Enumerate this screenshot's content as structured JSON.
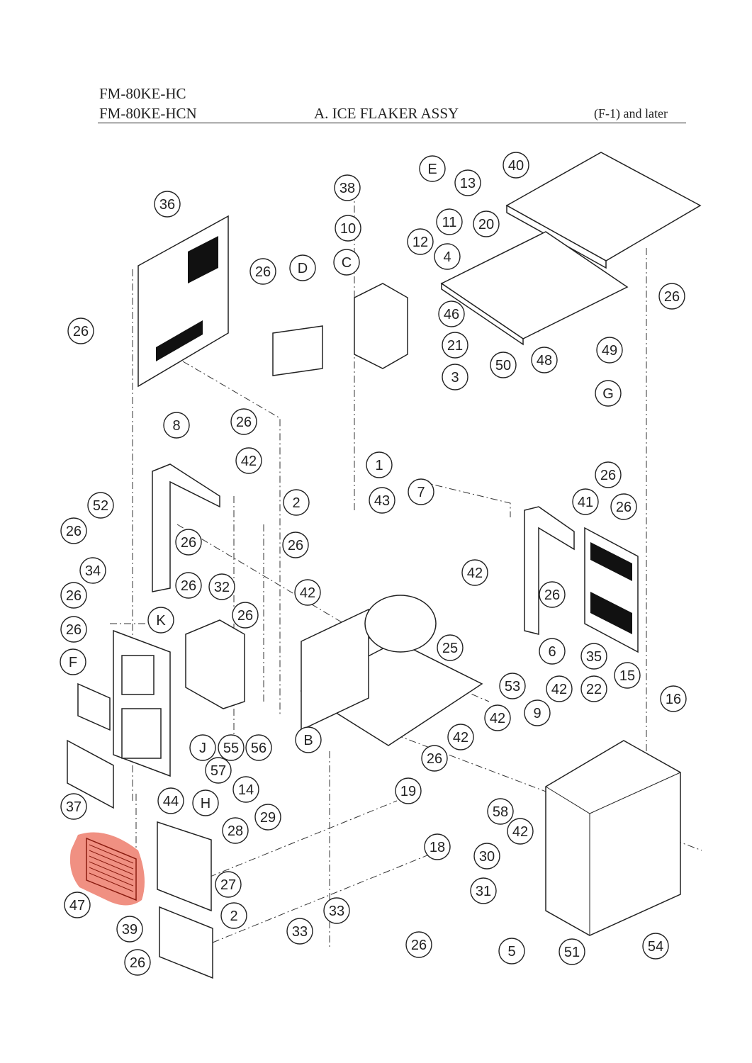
{
  "header": {
    "model_line_1": "FM-80KE-HC",
    "model_line_2": "FM-80KE-HCN",
    "title": "A. ICE FLAKER ASSY",
    "revision": "(F-1) and later"
  },
  "highlight": {
    "part": "47",
    "color": "#e8553f"
  },
  "callouts": [
    {
      "label": "E"
    },
    {
      "label": "38"
    },
    {
      "label": "13"
    },
    {
      "label": "40"
    },
    {
      "label": "36"
    },
    {
      "label": "11"
    },
    {
      "label": "10"
    },
    {
      "label": "12"
    },
    {
      "label": "20"
    },
    {
      "label": "C"
    },
    {
      "label": "4"
    },
    {
      "label": "26"
    },
    {
      "label": "D"
    },
    {
      "label": "26"
    },
    {
      "label": "46"
    },
    {
      "label": "26"
    },
    {
      "label": "21"
    },
    {
      "label": "49"
    },
    {
      "label": "3"
    },
    {
      "label": "50"
    },
    {
      "label": "48"
    },
    {
      "label": "G"
    },
    {
      "label": "8"
    },
    {
      "label": "26"
    },
    {
      "label": "1"
    },
    {
      "label": "42"
    },
    {
      "label": "2"
    },
    {
      "label": "7"
    },
    {
      "label": "26"
    },
    {
      "label": "52"
    },
    {
      "label": "43"
    },
    {
      "label": "41"
    },
    {
      "label": "26"
    },
    {
      "label": "26"
    },
    {
      "label": "26"
    },
    {
      "label": "26"
    },
    {
      "label": "34"
    },
    {
      "label": "26"
    },
    {
      "label": "32"
    },
    {
      "label": "42"
    },
    {
      "label": "26"
    },
    {
      "label": "26"
    },
    {
      "label": "42"
    },
    {
      "label": "26"
    },
    {
      "label": "K"
    },
    {
      "label": "26"
    },
    {
      "label": "6"
    },
    {
      "label": "25"
    },
    {
      "label": "35"
    },
    {
      "label": "F"
    },
    {
      "label": "53"
    },
    {
      "label": "42"
    },
    {
      "label": "22"
    },
    {
      "label": "15"
    },
    {
      "label": "16"
    },
    {
      "label": "9"
    },
    {
      "label": "42"
    },
    {
      "label": "J"
    },
    {
      "label": "55"
    },
    {
      "label": "56"
    },
    {
      "label": "B"
    },
    {
      "label": "42"
    },
    {
      "label": "57"
    },
    {
      "label": "26"
    },
    {
      "label": "14"
    },
    {
      "label": "19"
    },
    {
      "label": "37"
    },
    {
      "label": "44"
    },
    {
      "label": "H"
    },
    {
      "label": "58"
    },
    {
      "label": "29"
    },
    {
      "label": "42"
    },
    {
      "label": "28"
    },
    {
      "label": "18"
    },
    {
      "label": "30"
    },
    {
      "label": "27"
    },
    {
      "label": "31"
    },
    {
      "label": "47"
    },
    {
      "label": "2"
    },
    {
      "label": "33"
    },
    {
      "label": "39"
    },
    {
      "label": "26"
    },
    {
      "label": "54"
    },
    {
      "label": "5"
    },
    {
      "label": "51"
    },
    {
      "label": "33"
    },
    {
      "label": "26"
    }
  ]
}
